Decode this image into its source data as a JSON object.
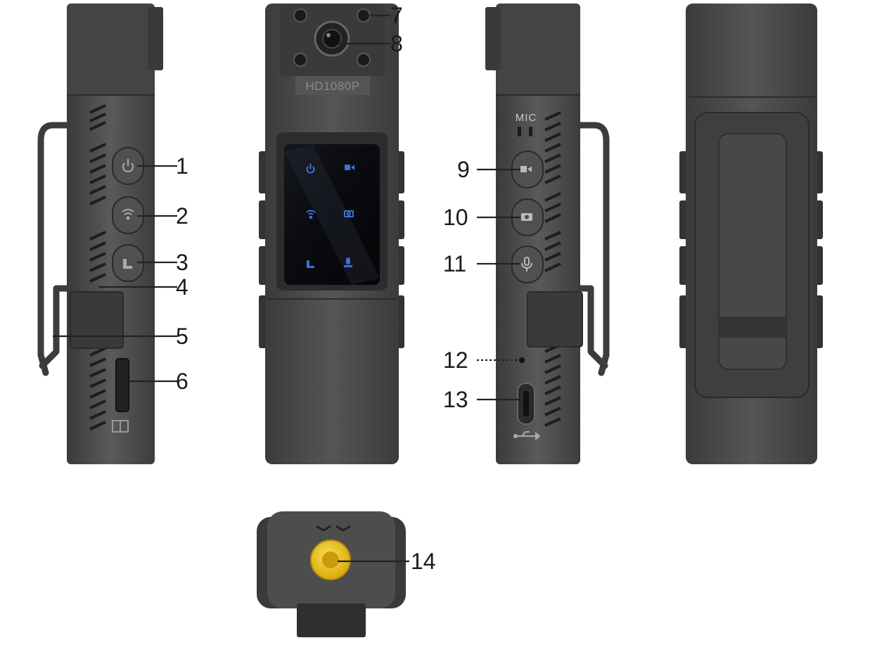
{
  "colors": {
    "body": "#4a4a4a",
    "body_dark": "#2f2f2f",
    "screen": "#0b0d14",
    "touch_icon": "#3f6fd8",
    "mount_yellow": "#f2c81c"
  },
  "device_markings": {
    "hd_label": "HD1080P",
    "mic_label": "MIC"
  },
  "touch_panel_icons": [
    "power-icon",
    "video-record-icon",
    "wifi-icon",
    "camera-icon",
    "phone-icon",
    "microphone-icon"
  ],
  "callouts": [
    {
      "number": "1",
      "part": "power-button"
    },
    {
      "number": "2",
      "part": "wifi-button"
    },
    {
      "number": "3",
      "part": "mode-button"
    },
    {
      "number": "4",
      "part": "speaker-grille"
    },
    {
      "number": "5",
      "part": "clip"
    },
    {
      "number": "6",
      "part": "sd-card-slot"
    },
    {
      "number": "7",
      "part": "ir-led"
    },
    {
      "number": "8",
      "part": "camera-lens"
    },
    {
      "number": "9",
      "part": "video-button"
    },
    {
      "number": "10",
      "part": "photo-button"
    },
    {
      "number": "11",
      "part": "audio-button"
    },
    {
      "number": "12",
      "part": "reset-hole"
    },
    {
      "number": "13",
      "part": "usb-c-port"
    },
    {
      "number": "14",
      "part": "tripod-mount"
    }
  ]
}
